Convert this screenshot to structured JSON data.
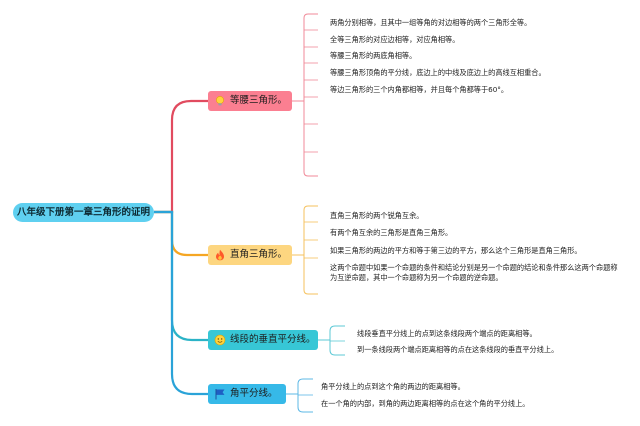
{
  "root": {
    "label": "八年级下册第一章三角形的证明"
  },
  "branches": [
    {
      "label": "等腰三角形。",
      "icon": "lightbulb-icon",
      "color": "#fb7f91",
      "leaves": [
        "两角分别相等，且其中一组等角的对边相等的两个三角形全等。",
        "全等三角形的对应边相等，对应角相等。",
        "等腰三角形的两底角相等。",
        "等腰三角形顶角的平分线，底边上的中线及底边上的高线互相重合。",
        "等边三角形的三个内角都相等，并且每个角都等于60°。"
      ]
    },
    {
      "label": "直角三角形。",
      "icon": "fire-icon",
      "color": "#fdd680",
      "leaves": [
        "直角三角形的两个锐角互余。",
        "有两个角互余的三角形是直角三角形。",
        "如果三角形的两边的平方和等于第三边的平方，那么这个三角形是直角三角形。",
        "这两个命题中如果一个命题的条件和结论分别是另一个命题的结论和条件那么这两个命题称为互逆命题，其中一个命题称为另一个命题的逆命题。"
      ]
    },
    {
      "label": "线段的垂直平分线。",
      "icon": "smiley-icon",
      "color": "#37c7d6",
      "leaves": [
        "线段垂直平分线上的点到这条线段两个端点的距离相等。",
        "到一条线段两个端点距离相等的点在这条线段的垂直平分线上。"
      ]
    },
    {
      "label": "角平分线。",
      "icon": "flag-icon",
      "color": "#36b9e8",
      "leaves": [
        "角平分线上的点到这个角的两边的距离相等。",
        "在一个角的内部，到角的两边距离相等的点在这个角的平分线上。"
      ]
    }
  ],
  "colors": {
    "root": "#5fd0f0",
    "wire_main": "#4bb8e6",
    "wire_1": "#e14b5f",
    "wire_2": "#f5a623",
    "wire_3": "#2bb3c7",
    "wire_4": "#2aa3d8"
  }
}
